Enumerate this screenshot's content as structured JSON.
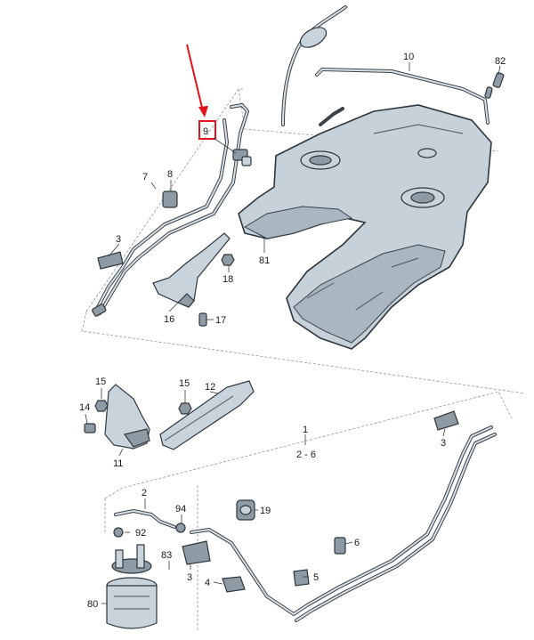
{
  "callouts": {
    "c9": "9",
    "c10": "10",
    "c82": "82",
    "c7": "7",
    "c8": "8",
    "c3a": "3",
    "c81": "81",
    "c18": "18",
    "c16": "16",
    "c17": "17",
    "c15a": "15",
    "c14": "14",
    "c11": "11",
    "c15b": "15",
    "c12": "12",
    "c1": "1",
    "c2_6": "2 - 6",
    "c3b": "3",
    "c2": "2",
    "c94": "94",
    "c19": "19",
    "c92": "92",
    "c6": "6",
    "c83": "83",
    "c5": "5",
    "c3c": "3",
    "c4": "4",
    "c80": "80"
  },
  "colors": {
    "highlight": "#e0141a",
    "line": "#3b444a",
    "part_fill": "#c9d3db"
  },
  "highlighted_part": "9"
}
